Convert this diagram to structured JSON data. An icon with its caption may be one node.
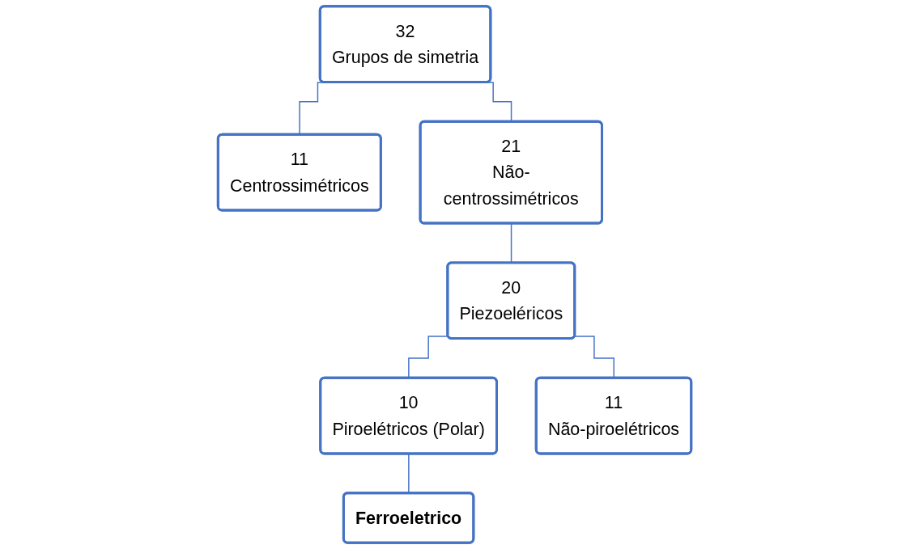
{
  "diagram": {
    "nodes": [
      {
        "text": [
          "32",
          "Grupos de simetria"
        ]
      },
      {
        "text": [
          "11",
          "Centrossimétricos"
        ]
      },
      {
        "text": [
          "21",
          "Não-centrossimétricos"
        ]
      },
      {
        "text": [
          "20",
          "Piezoeléricos"
        ]
      },
      {
        "text": [
          "10",
          "Piroelétricos (Polar)"
        ]
      },
      {
        "text": [
          "11",
          "Não-piroelétricos"
        ]
      },
      {
        "text": [
          "Ferroeletrico"
        ]
      }
    ],
    "edges": [
      {
        "from": 0,
        "to": 1,
        "arrow": "none"
      },
      {
        "from": 0,
        "to": 2,
        "arrow": "none"
      },
      {
        "from": 2,
        "to": 3,
        "arrow": "none"
      },
      {
        "from": 3,
        "to": 4,
        "arrow": "none"
      },
      {
        "from": 3,
        "to": 5,
        "arrow": "none"
      },
      {
        "from": 4,
        "to": 6,
        "arrow": "none"
      }
    ]
  }
}
